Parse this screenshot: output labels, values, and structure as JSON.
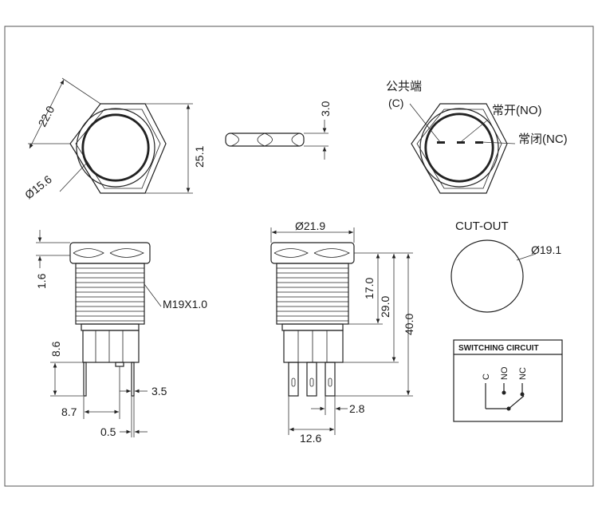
{
  "dimensions": {
    "hex_flat": "22.0",
    "ring_dia": "Ø15.6",
    "hex_height": "25.1",
    "nut_thick": "3.0",
    "head_thick": "1.6",
    "thread": "M19X1.0",
    "term_len": "8.6",
    "term_width": "3.5",
    "pitch_left": "8.7",
    "term_thick": "0.5",
    "body_dia": "Ø21.9",
    "thread_len": "17.0",
    "body_len": "29.0",
    "total_len": "40.0",
    "term_gap": "2.8",
    "term_span": "12.6"
  },
  "labels": {
    "common_cn": "公共端",
    "common_en": "(C)",
    "no": "常开(NO)",
    "nc": "常闭(NC)"
  },
  "cutout": {
    "title": "CUT-OUT",
    "dia": "Ø19.1"
  },
  "circuit": {
    "title": "SWITCHING CIRCUIT",
    "c": "C",
    "no": "NO",
    "nc": "NC"
  }
}
